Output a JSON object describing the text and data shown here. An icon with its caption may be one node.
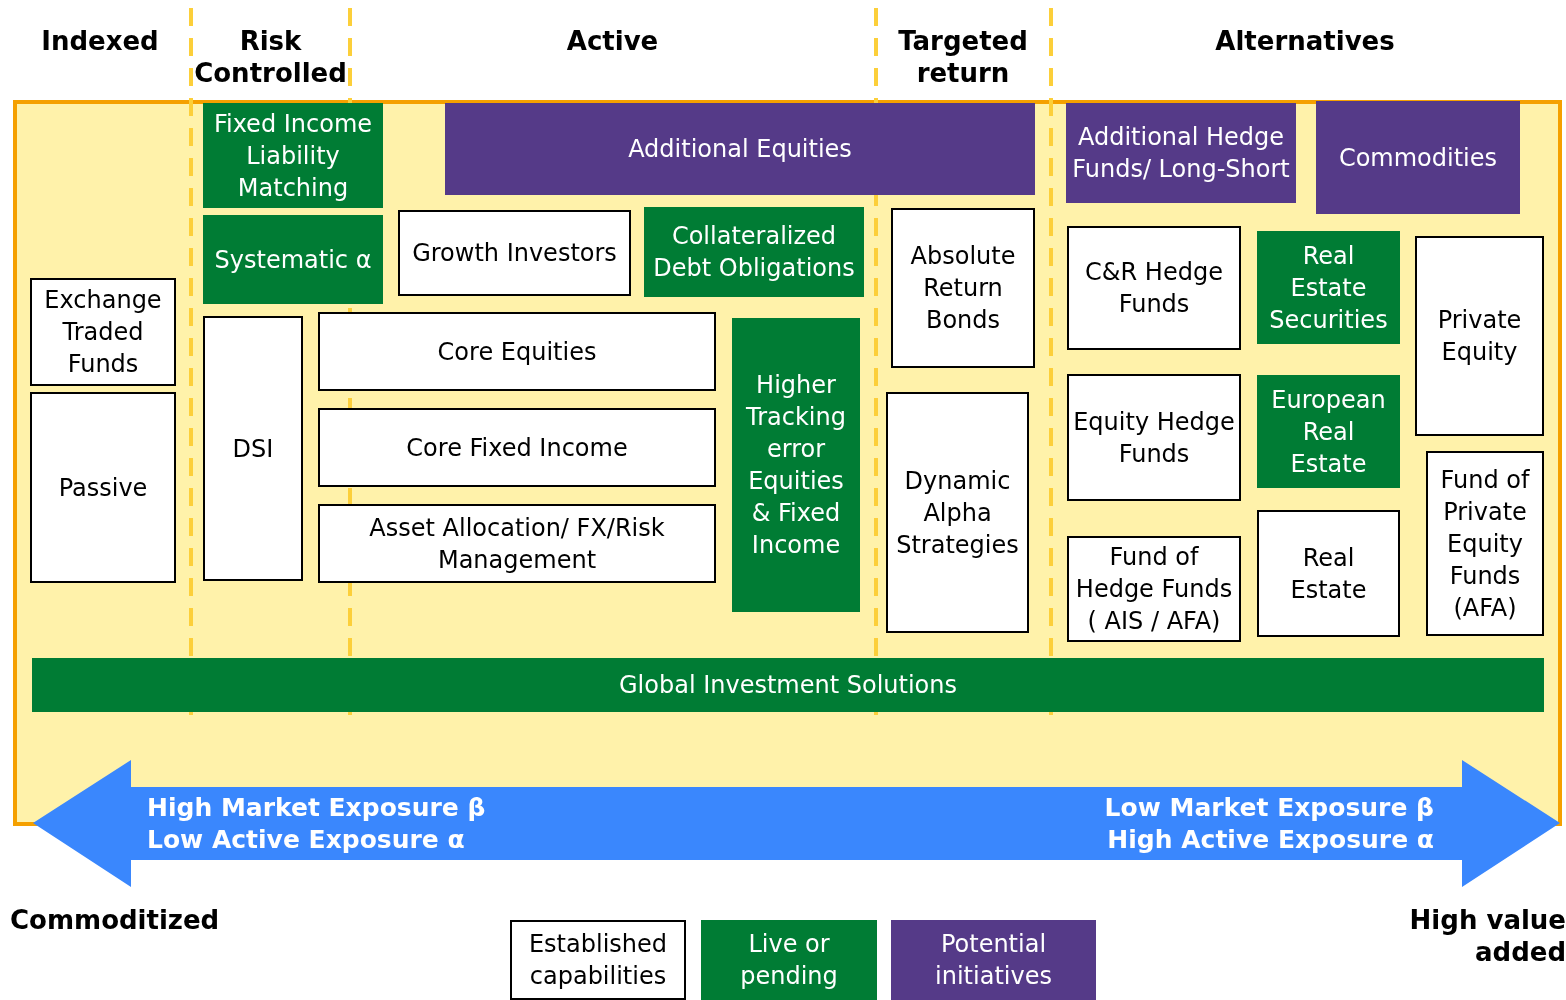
{
  "diagram": {
    "nodes": [
      {
        "text": [
          "Fixed Income Liability Matching"
        ]
      },
      {
        "text": [
          "Additional Equities"
        ]
      },
      {
        "text": [
          "Additional Hedge Funds/ Long-Short"
        ]
      },
      {
        "text": [
          "Commodities"
        ]
      },
      {
        "text": [
          "Systematic α"
        ]
      },
      {
        "text": [
          "Growth Investors"
        ]
      },
      {
        "text": [
          "Collateralized Debt Obligations"
        ]
      },
      {
        "text": [
          "Absolute Return Bonds"
        ]
      },
      {
        "text": [
          "C&R Hedge Funds"
        ]
      },
      {
        "text": [
          "Real Estate Securities"
        ]
      },
      {
        "text": [
          "Private Equity"
        ]
      },
      {
        "text": [
          "Exchange Traded Funds"
        ]
      },
      {
        "text": [
          "DSI"
        ]
      },
      {
        "text": [
          "Core Equities"
        ]
      },
      {
        "text": [
          "Higher Tracking error Equities & Fixed Income"
        ]
      },
      {
        "text": [
          "Core Fixed Income"
        ]
      },
      {
        "text": [
          "Equity Hedge Funds"
        ]
      },
      {
        "text": [
          "European Real Estate"
        ]
      },
      {
        "text": [
          "Dynamic Alpha Strategies"
        ]
      },
      {
        "text": [
          "Passive"
        ]
      },
      {
        "text": [
          "Fund of Private Equity Funds (AFA)"
        ]
      },
      {
        "text": [
          "Asset Allocation/ FX/Risk Management"
        ]
      },
      {
        "text": [
          "Fund of Hedge Funds ( AIS / AFA)"
        ]
      },
      {
        "text": [
          "Real Estate"
        ]
      },
      {
        "text": [
          "Global Investment Solutions"
        ]
      },
      {
        "text": [
          "High Market Exposure β Low Active Exposure α",
          "Low Market Exposure β High Active Exposure α"
        ]
      }
    ],
    "labels": [
      "Indexed",
      "Risk Controlled",
      "Active",
      "Targeted return",
      "Alternatives",
      "Commoditized",
      "High value added"
    ],
    "legend": [
      {
        "text": "Established capabilities",
        "color": "#ffffff"
      },
      {
        "text": "Live or pending",
        "color": "#007c34"
      },
      {
        "text": "Potential initiatives",
        "color": "#553a88"
      }
    ]
  }
}
